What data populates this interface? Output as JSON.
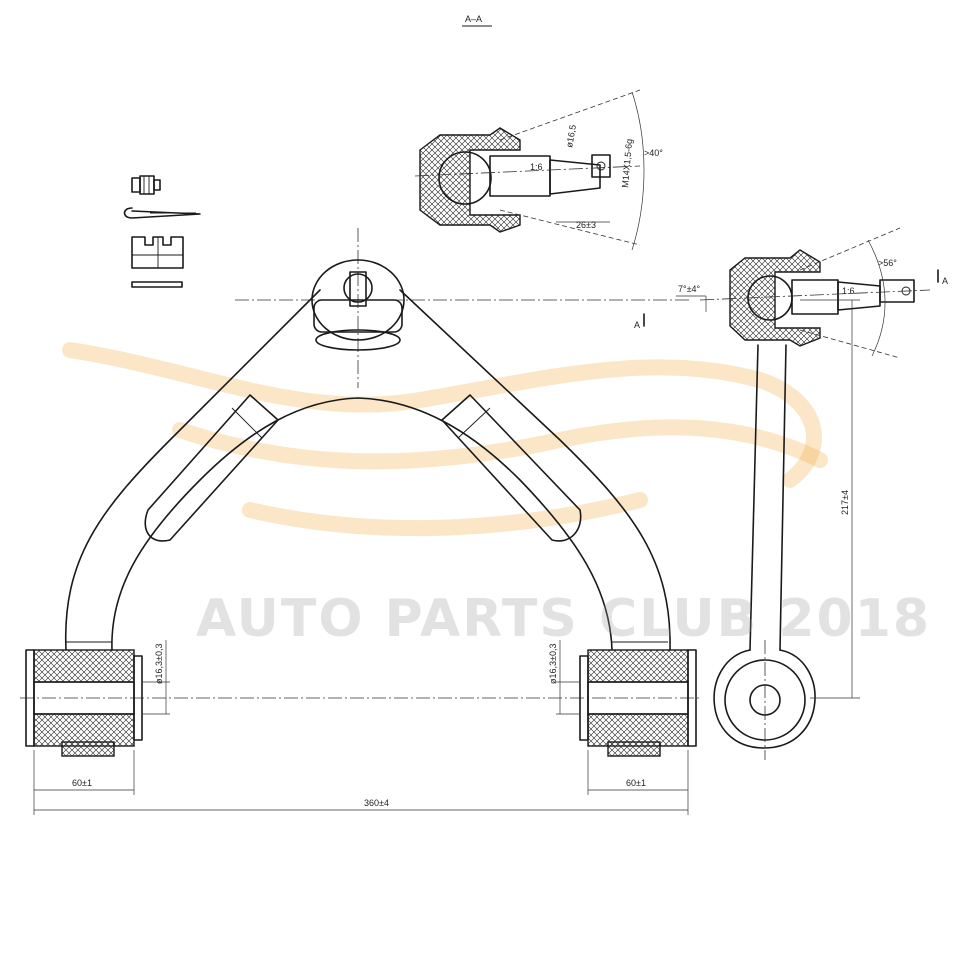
{
  "section_label": "A–A",
  "watermark": {
    "text": "AUTO PARTS CLUB 2018",
    "color": "#f2a63a"
  },
  "dimensions": {
    "overall_length": "360±4",
    "left_bushing_length": "60±1",
    "right_bushing_length": "60±1",
    "bushing_bore_left": "ø16,3±0,3",
    "bushing_bore_right": "ø16,3±0,3",
    "height": "217±4",
    "stud_diameter": "ø16,5",
    "thread": "M14X1,5-6g",
    "taper_top": "1:6",
    "taper_side": "1:6",
    "angle_top": ">40°",
    "angle_side": ">56°",
    "stud_length": "26±3",
    "tilt_angle": "7°±4°",
    "section_mark_left": "A",
    "section_mark_right": "A"
  }
}
